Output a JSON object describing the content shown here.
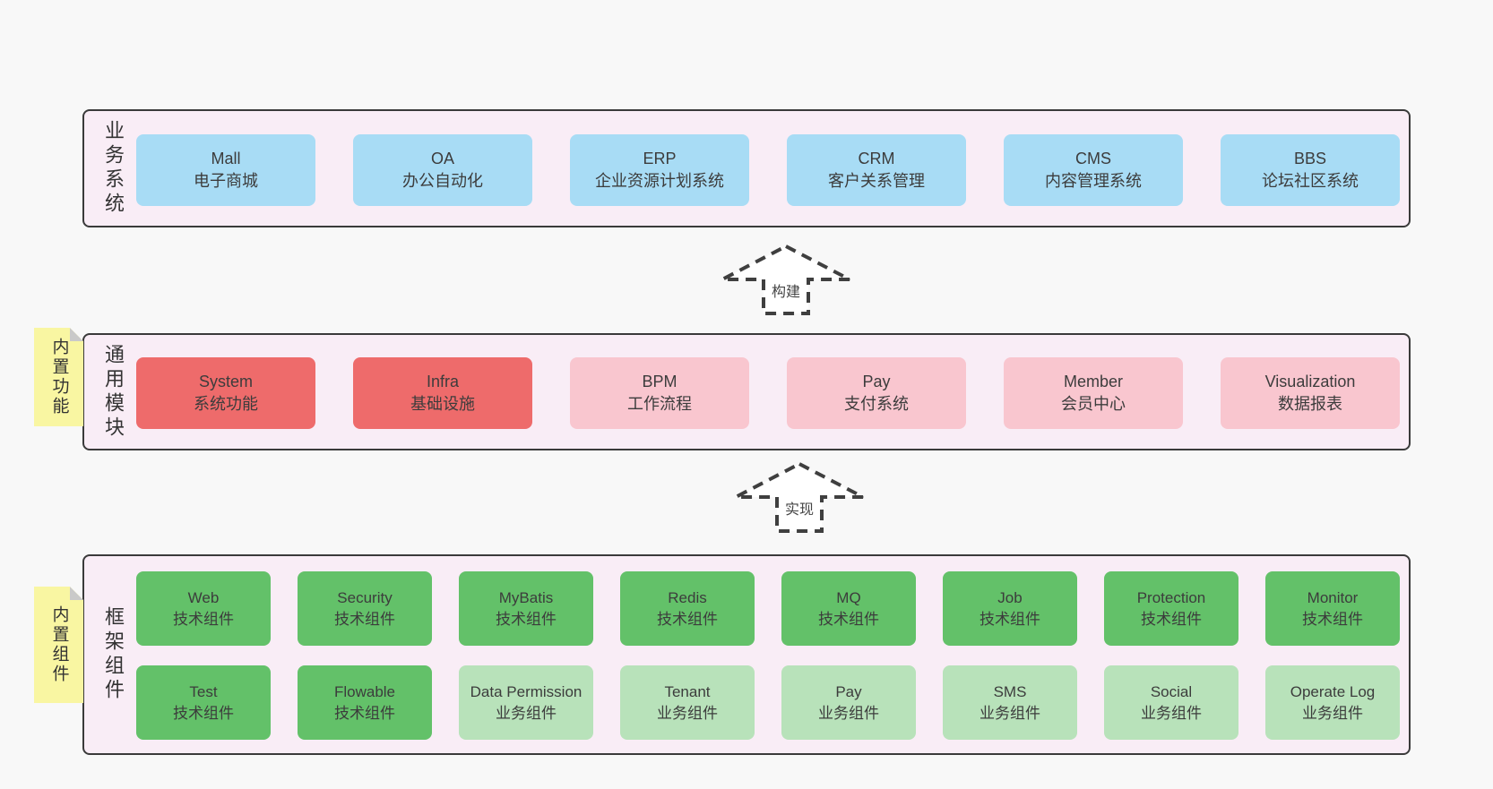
{
  "palette": {
    "page_bg": "#f8f8f8",
    "layer_bg": "#f9edf6",
    "layer_border": "#3a3a3a",
    "blue": "#a8dcf5",
    "red": "#ee6b6b",
    "pink": "#f9c6cf",
    "green": "#63c169",
    "green_light": "#b8e2ba",
    "note_yellow": "#f9f6a2",
    "text": "#3c3c3c"
  },
  "arrows": [
    {
      "label": "构建"
    },
    {
      "label": "实现"
    }
  ],
  "layers": [
    {
      "side_label": "业务系统",
      "boxes": [
        {
          "title": "Mall",
          "subtitle": "电子商城"
        },
        {
          "title": "OA",
          "subtitle": "办公自动化"
        },
        {
          "title": "ERP",
          "subtitle": "企业资源计划系统"
        },
        {
          "title": "CRM",
          "subtitle": "客户关系管理"
        },
        {
          "title": "CMS",
          "subtitle": "内容管理系统"
        },
        {
          "title": "BBS",
          "subtitle": "论坛社区系统"
        }
      ]
    },
    {
      "side_label": "通用模块",
      "note": "内置功能",
      "boxes": [
        {
          "title": "System",
          "subtitle": "系统功能"
        },
        {
          "title": "Infra",
          "subtitle": "基础设施"
        },
        {
          "title": "BPM",
          "subtitle": "工作流程"
        },
        {
          "title": "Pay",
          "subtitle": "支付系统"
        },
        {
          "title": "Member",
          "subtitle": "会员中心"
        },
        {
          "title": "Visualization",
          "subtitle": "数据报表"
        }
      ]
    },
    {
      "side_label": "框架组件",
      "note": "内置组件",
      "rows": [
        [
          {
            "title": "Web",
            "subtitle": "技术组件"
          },
          {
            "title": "Security",
            "subtitle": "技术组件"
          },
          {
            "title": "MyBatis",
            "subtitle": "技术组件"
          },
          {
            "title": "Redis",
            "subtitle": "技术组件"
          },
          {
            "title": "MQ",
            "subtitle": "技术组件"
          },
          {
            "title": "Job",
            "subtitle": "技术组件"
          },
          {
            "title": "Protection",
            "subtitle": "技术组件"
          },
          {
            "title": "Monitor",
            "subtitle": "技术组件"
          }
        ],
        [
          {
            "title": "Test",
            "subtitle": "技术组件"
          },
          {
            "title": "Flowable",
            "subtitle": "技术组件"
          },
          {
            "title": "Data Permission",
            "subtitle": "业务组件"
          },
          {
            "title": "Tenant",
            "subtitle": "业务组件"
          },
          {
            "title": "Pay",
            "subtitle": "业务组件"
          },
          {
            "title": "SMS",
            "subtitle": "业务组件"
          },
          {
            "title": "Social",
            "subtitle": "业务组件"
          },
          {
            "title": "Operate Log",
            "subtitle": "业务组件"
          }
        ]
      ]
    }
  ]
}
